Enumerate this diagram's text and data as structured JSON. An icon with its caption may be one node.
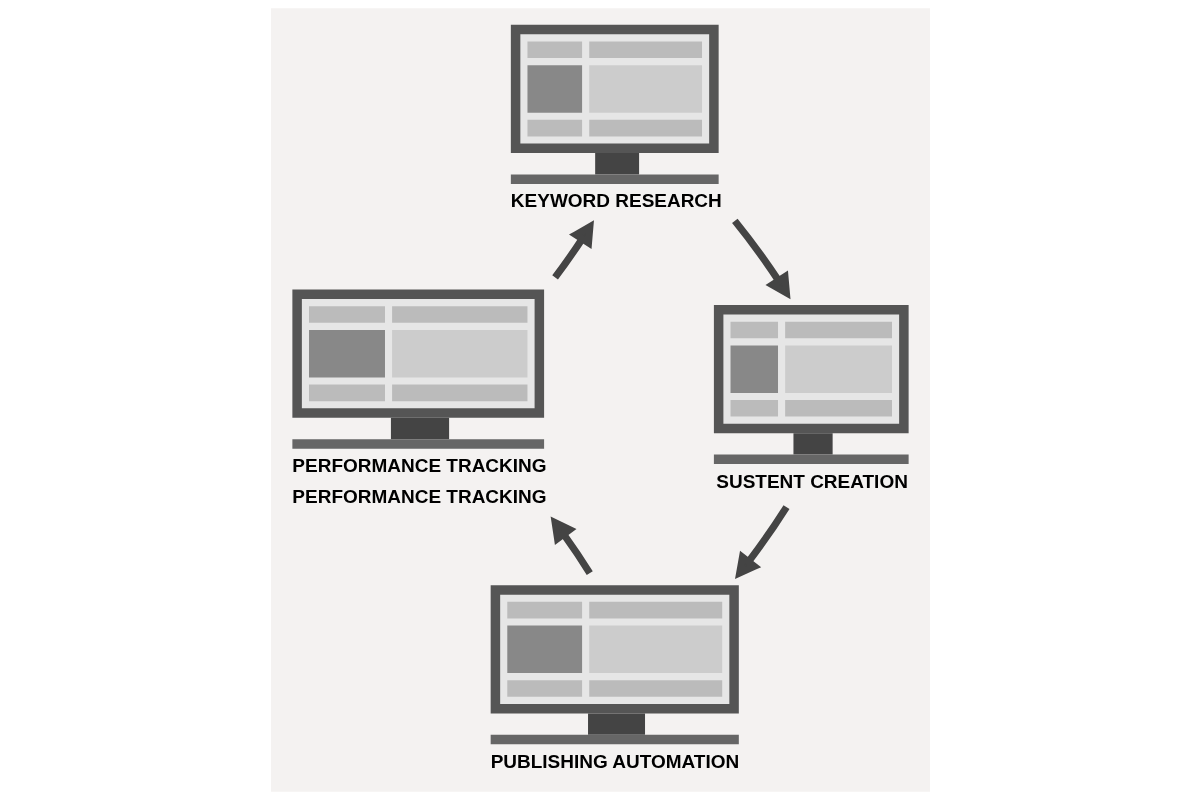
{
  "diagram": {
    "nodes": [
      {
        "text": [],
        "shape": "picture",
        "beside": [
          "KEYWORD RESEARCH"
        ]
      },
      {
        "text": [],
        "shape": "picture",
        "beside": [
          "SUSTENT CREATION"
        ]
      },
      {
        "text": [],
        "shape": "picture",
        "beside": [
          "PUBLISHING AUTOMATION"
        ]
      },
      {
        "text": [],
        "shape": "picture",
        "beside": [
          "PERFORMANCE TRACKING",
          "PERFORMANCE TRACKING"
        ]
      }
    ],
    "edges": [
      {
        "from": 0,
        "to": 1,
        "arrow": "to"
      },
      {
        "from": 1,
        "to": 2,
        "arrow": "to"
      },
      {
        "from": 2,
        "to": 3,
        "arrow": "to"
      },
      {
        "from": 3,
        "to": 0,
        "arrow": "to"
      }
    ]
  }
}
